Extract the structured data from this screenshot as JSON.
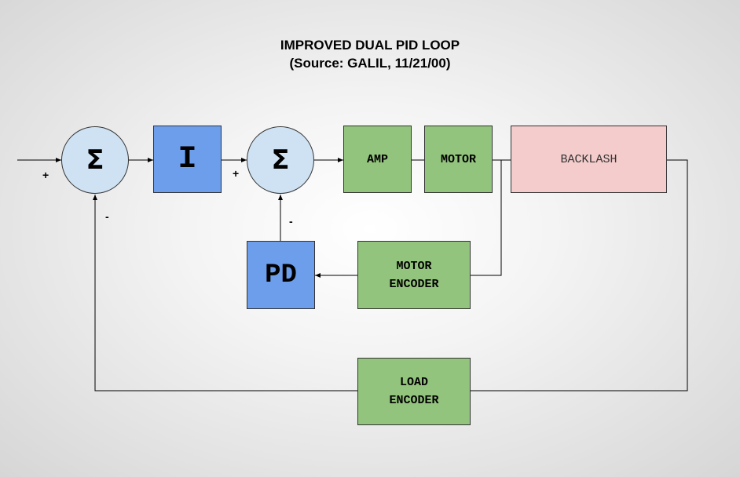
{
  "title": "IMPROVED DUAL PID LOOP",
  "subtitle": "(Source: GALIL, 11/21/00)",
  "blocks": {
    "sum1": "Σ",
    "integrator": "I",
    "sum2": "Σ",
    "amp": "AMP",
    "motor": "MOTOR",
    "backlash": "BACKLASH",
    "pd": "PD",
    "motor_encoder": [
      "MOTOR",
      "ENCODER"
    ],
    "load_encoder": [
      "LOAD",
      "ENCODER"
    ]
  },
  "signs": {
    "sum1_input": "+",
    "sum1_feedback": "-",
    "sum2_input": "+",
    "sum2_feedback": "-"
  },
  "colors": {
    "summing_junction": "#cfe2f3",
    "controller_block": "#6d9eeb",
    "plant_block": "#93c47d",
    "backlash_block": "#f4cccc"
  }
}
